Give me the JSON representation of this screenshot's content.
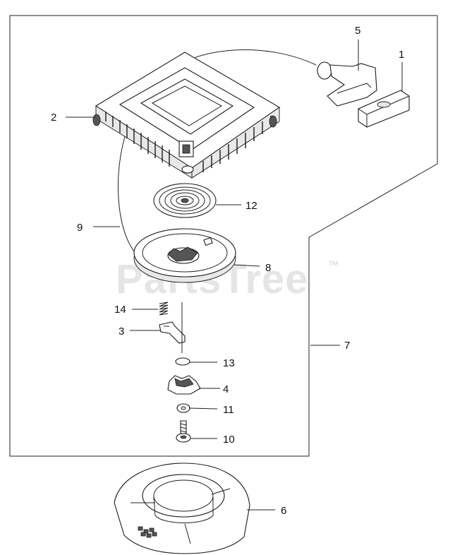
{
  "watermark": {
    "text": "PartsTree",
    "tm": "TM"
  },
  "callouts": [
    {
      "id": "1",
      "label": "1"
    },
    {
      "id": "2",
      "label": "2"
    },
    {
      "id": "3",
      "label": "3"
    },
    {
      "id": "4",
      "label": "4"
    },
    {
      "id": "5",
      "label": "5"
    },
    {
      "id": "6",
      "label": "6"
    },
    {
      "id": "7",
      "label": "7"
    },
    {
      "id": "8",
      "label": "8"
    },
    {
      "id": "9",
      "label": "9"
    },
    {
      "id": "10",
      "label": "10"
    },
    {
      "id": "11",
      "label": "11"
    },
    {
      "id": "12",
      "label": "12"
    },
    {
      "id": "13",
      "label": "13"
    },
    {
      "id": "14",
      "label": "14"
    }
  ]
}
